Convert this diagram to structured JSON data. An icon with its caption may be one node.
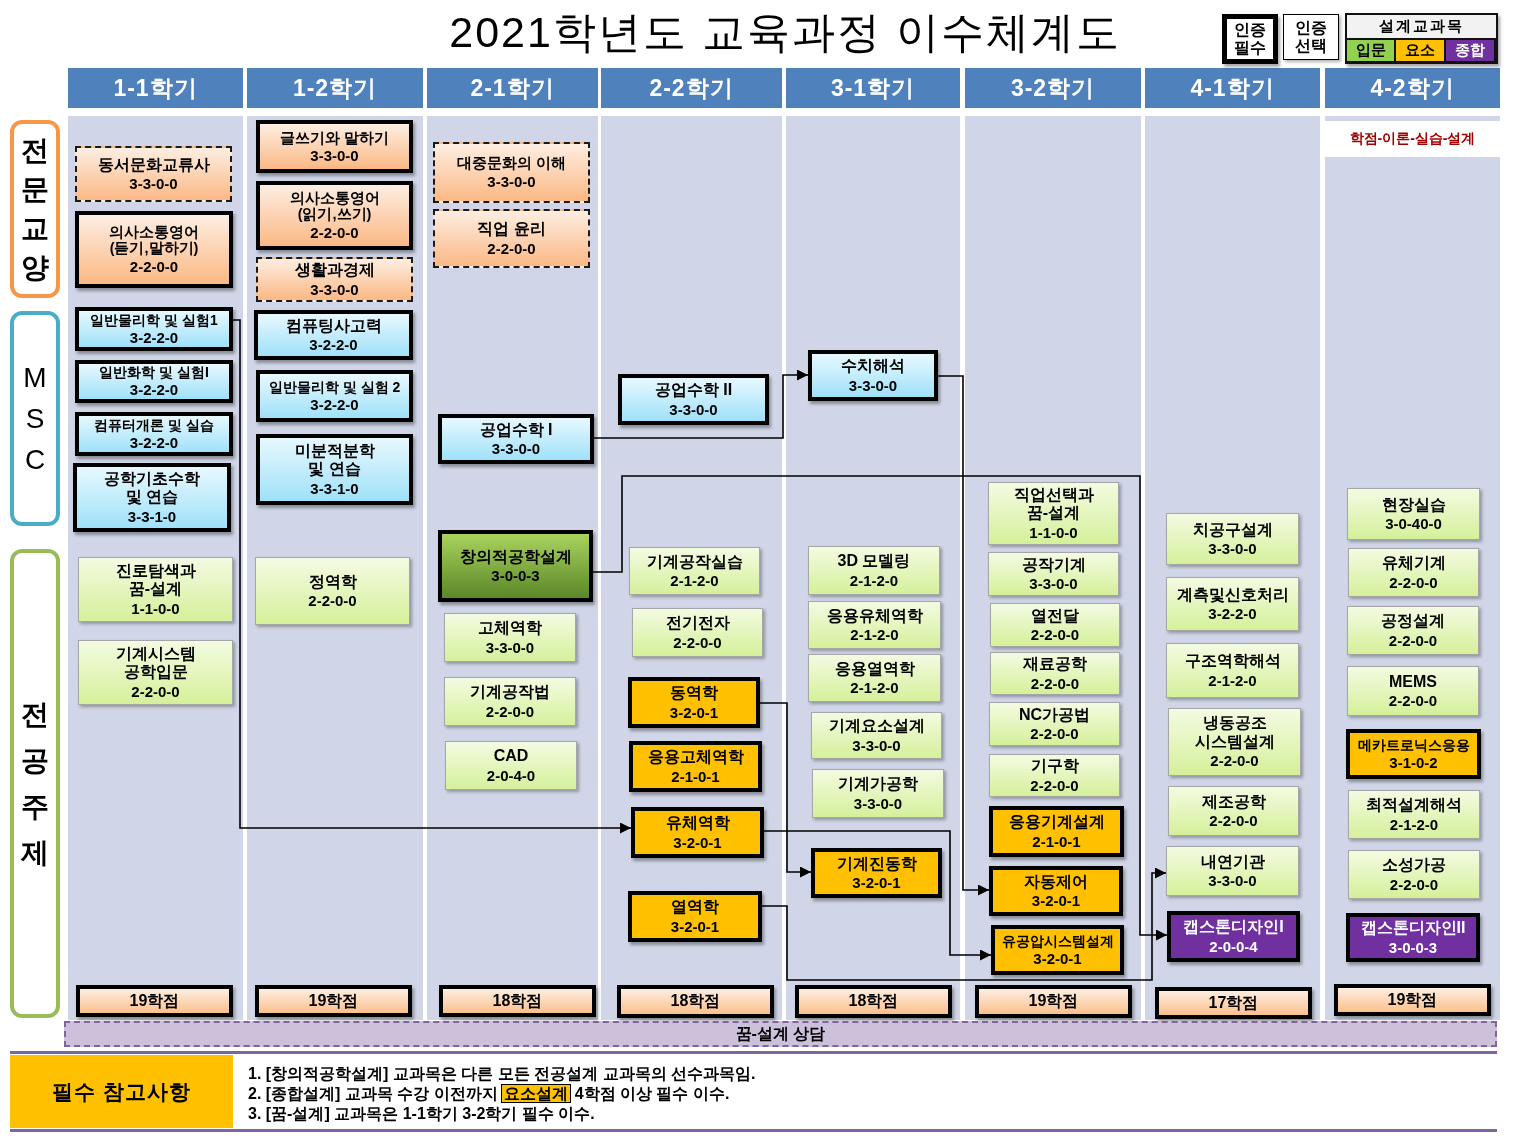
{
  "diagram": {
    "title": "2021학년도 교육과정 이수체계도",
    "nodes": [
      {
        "text": [
          "전문교양"
        ]
      },
      {
        "text": [
          "MSC"
        ]
      },
      {
        "text": [
          "전공주제"
        ]
      },
      {
        "text": [
          "1-1학기"
        ]
      },
      {
        "text": [
          "동서문화교류사",
          "3-3-0-0"
        ],
        "in": 3
      },
      {
        "text": [
          "의사소통영어 (듣기,말하기)",
          "2-2-0-0"
        ],
        "in": 3
      },
      {
        "text": [
          "일반물리학 및 실험1",
          "3-2-2-0"
        ],
        "in": 3
      },
      {
        "text": [
          "일반화학 및 실험I",
          "3-2-2-0"
        ],
        "in": 3
      },
      {
        "text": [
          "컴퓨터개론 및 실습",
          "3-2-2-0"
        ],
        "in": 3
      },
      {
        "text": [
          "공학기초수학 및 연습",
          "3-3-1-0"
        ],
        "in": 3
      },
      {
        "text": [
          "진로탐색과 꿈-설계",
          "1-1-0-0"
        ],
        "in": 3
      },
      {
        "text": [
          "기계시스템 공학입문",
          "2-2-0-0"
        ],
        "in": 3
      },
      {
        "text": [
          "19학점"
        ],
        "in": 3
      },
      {
        "text": [
          "1-2학기"
        ]
      },
      {
        "text": [
          "글쓰기와 말하기",
          "3-3-0-0"
        ],
        "in": 13
      },
      {
        "text": [
          "의사소통영어 (읽기,쓰기)",
          "2-2-0-0"
        ],
        "in": 13
      },
      {
        "text": [
          "생활과경제",
          "3-3-0-0"
        ],
        "in": 13
      },
      {
        "text": [
          "컴퓨팅사고력",
          "3-2-2-0"
        ],
        "in": 13
      },
      {
        "text": [
          "일반물리학 및 실험 2",
          "3-2-2-0"
        ],
        "in": 13
      },
      {
        "text": [
          "미분적분학 및 연습",
          "3-3-1-0"
        ],
        "in": 13
      },
      {
        "text": [
          "정역학",
          "2-2-0-0"
        ],
        "in": 13
      },
      {
        "text": [
          "19학점"
        ],
        "in": 13
      },
      {
        "text": [
          "2-1학기"
        ]
      },
      {
        "text": [
          "대중문화의 이해",
          "3-3-0-0"
        ],
        "in": 22
      },
      {
        "text": [
          "직업 윤리",
          "2-2-0-0"
        ],
        "in": 22
      },
      {
        "text": [
          "공업수학 I",
          "3-3-0-0"
        ],
        "in": 22
      },
      {
        "text": [
          "창의적공학설계",
          "3-0-0-3"
        ],
        "in": 22
      },
      {
        "text": [
          "고체역학",
          "3-3-0-0"
        ],
        "in": 22
      },
      {
        "text": [
          "기계공작법",
          "2-2-0-0"
        ],
        "in": 22
      },
      {
        "text": [
          "CAD",
          "2-0-4-0"
        ],
        "in": 22
      },
      {
        "text": [
          "18학점"
        ],
        "in": 22
      },
      {
        "text": [
          "2-2학기"
        ]
      },
      {
        "text": [
          "공업수학 II",
          "3-3-0-0"
        ],
        "in": 31
      },
      {
        "text": [
          "기계공작실습",
          "2-1-2-0"
        ],
        "in": 31
      },
      {
        "text": [
          "전기전자",
          "2-2-0-0"
        ],
        "in": 31
      },
      {
        "text": [
          "동역학",
          "3-2-0-1"
        ],
        "in": 31
      },
      {
        "text": [
          "응용고체역학",
          "2-1-0-1"
        ],
        "in": 31
      },
      {
        "text": [
          "유체역학",
          "3-2-0-1"
        ],
        "in": 31
      },
      {
        "text": [
          "열역학",
          "3-2-0-1"
        ],
        "in": 31
      },
      {
        "text": [
          "18학점"
        ],
        "in": 31
      },
      {
        "text": [
          "3-1학기"
        ]
      },
      {
        "text": [
          "수치해석",
          "3-3-0-0"
        ],
        "in": 40
      },
      {
        "text": [
          "3D 모델링",
          "2-1-2-0"
        ],
        "in": 40
      },
      {
        "text": [
          "응용유체역학",
          "2-1-2-0"
        ],
        "in": 40
      },
      {
        "text": [
          "응용열역학",
          "2-1-2-0"
        ],
        "in": 40
      },
      {
        "text": [
          "기계요소설계",
          "3-3-0-0"
        ],
        "in": 40
      },
      {
        "text": [
          "기계가공학",
          "3-3-0-0"
        ],
        "in": 40
      },
      {
        "text": [
          "기계진동학",
          "3-2-0-1"
        ],
        "in": 40
      },
      {
        "text": [
          "18학점"
        ],
        "in": 40
      },
      {
        "text": [
          "3-2학기"
        ]
      },
      {
        "text": [
          "직업선택과 꿈-설계",
          "1-1-0-0"
        ],
        "in": 49
      },
      {
        "text": [
          "공작기계",
          "3-3-0-0"
        ],
        "in": 49
      },
      {
        "text": [
          "열전달",
          "2-2-0-0"
        ],
        "in": 49
      },
      {
        "text": [
          "재료공학",
          "2-2-0-0"
        ],
        "in": 49
      },
      {
        "text": [
          "NC가공법",
          "2-2-0-0"
        ],
        "in": 49
      },
      {
        "text": [
          "기구학",
          "2-2-0-0"
        ],
        "in": 49
      },
      {
        "text": [
          "응용기계설계",
          "2-1-0-1"
        ],
        "in": 49
      },
      {
        "text": [
          "자동제어",
          "3-2-0-1"
        ],
        "in": 49
      },
      {
        "text": [
          "유공압시스템설계",
          "3-2-0-1"
        ],
        "in": 49
      },
      {
        "text": [
          "19학점"
        ],
        "in": 49
      },
      {
        "text": [
          "4-1학기"
        ]
      },
      {
        "text": [
          "치공구설계",
          "3-3-0-0"
        ],
        "in": 60
      },
      {
        "text": [
          "계측및신호처리",
          "3-2-2-0"
        ],
        "in": 60
      },
      {
        "text": [
          "구조역학해석",
          "2-1-2-0"
        ],
        "in": 60
      },
      {
        "text": [
          "냉동공조 시스템설계",
          "2-2-0-0"
        ],
        "in": 60
      },
      {
        "text": [
          "제조공학",
          "2-2-0-0"
        ],
        "in": 60
      },
      {
        "text": [
          "내연기관",
          "3-3-0-0"
        ],
        "in": 60
      },
      {
        "text": [
          "캡스톤디자인I",
          "2-0-0-4"
        ],
        "in": 60
      },
      {
        "text": [
          "17학점"
        ],
        "in": 60
      },
      {
        "text": [
          "4-2학기"
        ]
      },
      {
        "text": [
          "현장실습",
          "3-0-40-0"
        ],
        "in": 69
      },
      {
        "text": [
          "유체기계",
          "2-2-0-0"
        ],
        "in": 69
      },
      {
        "text": [
          "공정설계",
          "2-2-0-0"
        ],
        "in": 69
      },
      {
        "text": [
          "MEMS",
          "2-2-0-0"
        ],
        "in": 69
      },
      {
        "text": [
          "메카트로닉스응용",
          "3-1-0-2"
        ],
        "in": 69
      },
      {
        "text": [
          "최적설계해석",
          "2-1-2-0"
        ],
        "in": 69
      },
      {
        "text": [
          "소성가공",
          "2-2-0-0"
        ],
        "in": 69
      },
      {
        "text": [
          "캡스톤디자인II",
          "3-0-0-3"
        ],
        "in": 69
      },
      {
        "text": [
          "19학점"
        ],
        "in": 69
      },
      {
        "text": [
          "꿈-설계 상담"
        ]
      },
      {
        "text": [
          "필수 참고사항"
        ]
      }
    ],
    "edges": [
      {
        "from": 6,
        "to": 37,
        "arrow": "to"
      },
      {
        "from": 25,
        "to": 41,
        "arrow": "to"
      },
      {
        "from": 26,
        "to": 67,
        "arrow": "to"
      },
      {
        "from": 41,
        "to": 57,
        "arrow": "to"
      },
      {
        "from": 35,
        "to": 47,
        "arrow": "to"
      },
      {
        "from": 37,
        "to": 58,
        "arrow": "to"
      },
      {
        "from": 38,
        "to": 66,
        "arrow": "to"
      }
    ],
    "labels": [
      "설계교과목",
      "학점-이론-실습-설계",
      "1. [창의적공학설계] 교과목은 다른 모든 전공설계 교과목의 선수과목임.",
      "2. [종합설계] 교과목 수강 이전까지 **요소설계** 4학점 이상 필수 이수.",
      "3. [꿈-설계] 교과목은 1-1학기 3-2학기 필수 이수."
    ],
    "legend": [
      {
        "text": "인증 필수"
      },
      {
        "text": "인증 선택"
      },
      {
        "text": "입문",
        "color": "#92d050"
      },
      {
        "text": "요소",
        "color": "#ffc000"
      },
      {
        "text": "종합",
        "color": "#7030a0"
      }
    ]
  }
}
